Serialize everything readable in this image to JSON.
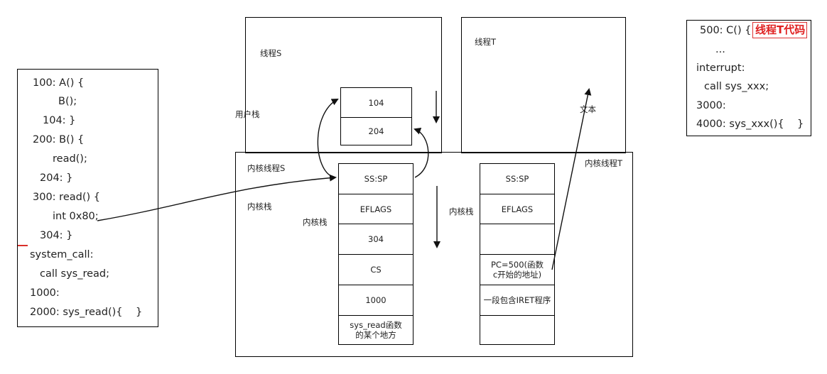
{
  "left_code": {
    "lines": [
      "100: A() {",
      "B();",
      "104: }",
      "200: B() {",
      "read();",
      "204: }",
      "300: read() {",
      "int 0x80;",
      "304: }",
      "system_call:",
      "call sys_read;",
      "1000:",
      "2000: sys_read(){    }"
    ]
  },
  "right_code": {
    "lines": [
      "500: C() {",
      "...",
      "interrupt:",
      "call sys_xxx;",
      "3000:",
      "4000: sys_xxx(){    }"
    ],
    "tag": "线程T代码"
  },
  "thread_s": {
    "title": "线程S",
    "user_stack_label": "用户栈",
    "user_stack": [
      "104",
      "204"
    ]
  },
  "thread_t": {
    "title": "线程T",
    "text_label": "文本"
  },
  "kernel": {
    "s_title": "内核线程S",
    "t_title": "内核线程T",
    "s_side_label": "内核栈",
    "s_stack_label": "内核栈",
    "t_stack_label": "内核栈",
    "s_stack": [
      "SS:SP",
      "EFLAGS",
      "304",
      "CS",
      "1000",
      "sys_read函数\n的某个地方"
    ],
    "t_stack": [
      "SS:SP",
      "EFLAGS",
      "",
      "PC=500(函数\nc开始的地址)",
      "一段包含IRET程序",
      ""
    ]
  },
  "colors": {
    "tag_red": "#e02020",
    "marker_red": "#d9302a"
  }
}
